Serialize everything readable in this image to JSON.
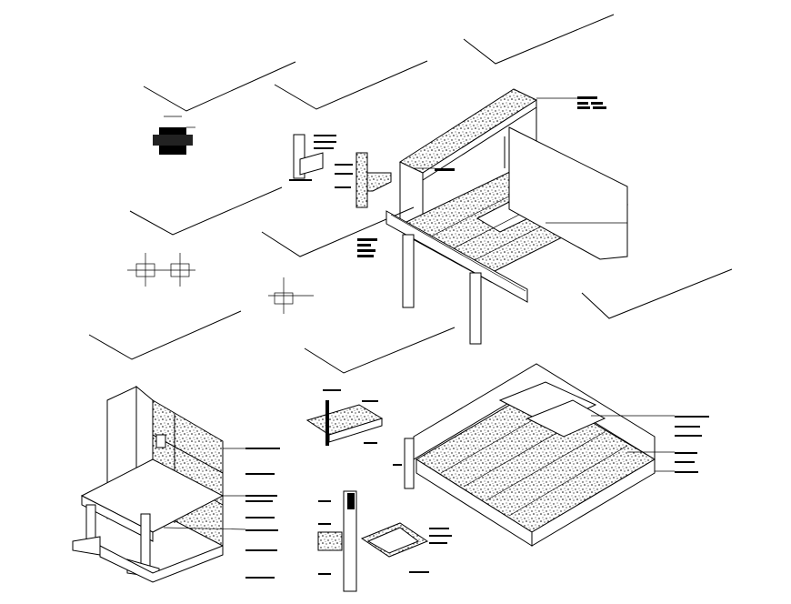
{
  "colors": {
    "background": "#ffffff",
    "line": "#000000",
    "stipple": "#000000"
  },
  "drawing": {
    "type": "isometric construction details",
    "views": [
      "slab-on-beam-isometric",
      "corner-wall-isometric",
      "floor-slab-isometric",
      "connection-details"
    ],
    "labels_legible": false
  }
}
